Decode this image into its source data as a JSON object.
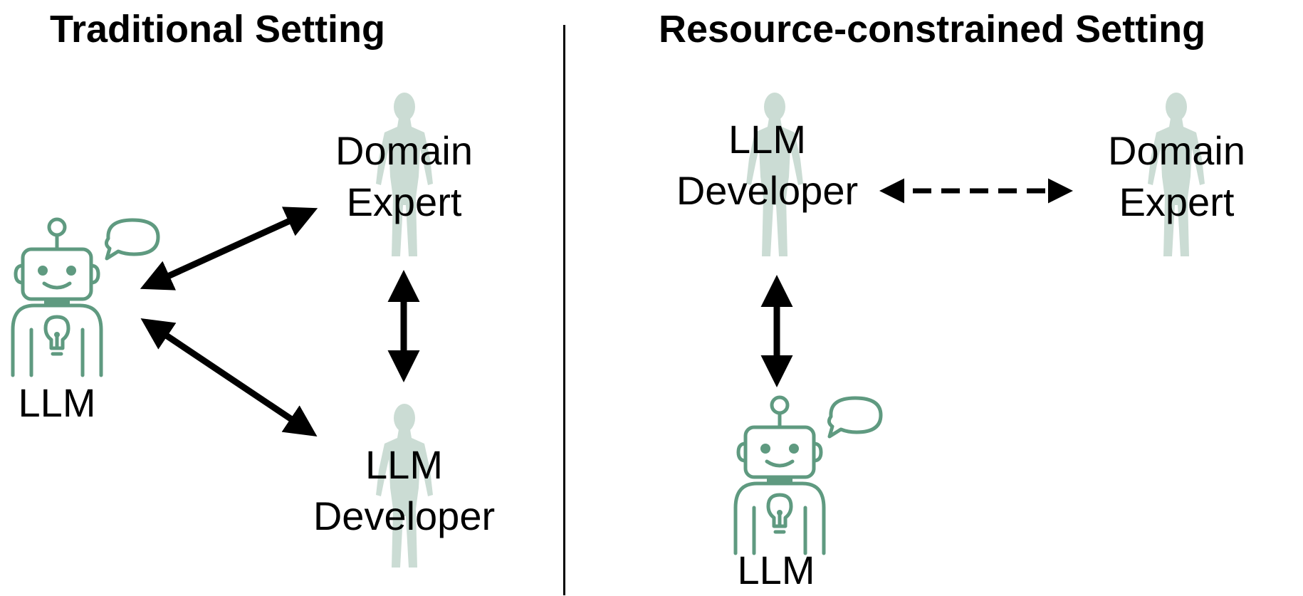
{
  "colors": {
    "robot": "#5f9a80",
    "person": "#cbdcd4",
    "arrow": "#000000"
  },
  "left_panel": {
    "title": "Traditional Setting",
    "llm_label": "LLM",
    "domain_expert_line1": "Domain",
    "domain_expert_line2": "Expert",
    "llm_developer_line1": "LLM",
    "llm_developer_line2": "Developer"
  },
  "right_panel": {
    "title": "Resource-constrained Setting",
    "llm_developer_line1": "LLM",
    "llm_developer_line2": "Developer",
    "domain_expert_line1": "Domain",
    "domain_expert_line2": "Expert",
    "llm_label": "LLM"
  },
  "icons": {
    "robot": "robot-with-speech-bubble-icon",
    "person": "person-silhouette-icon"
  }
}
